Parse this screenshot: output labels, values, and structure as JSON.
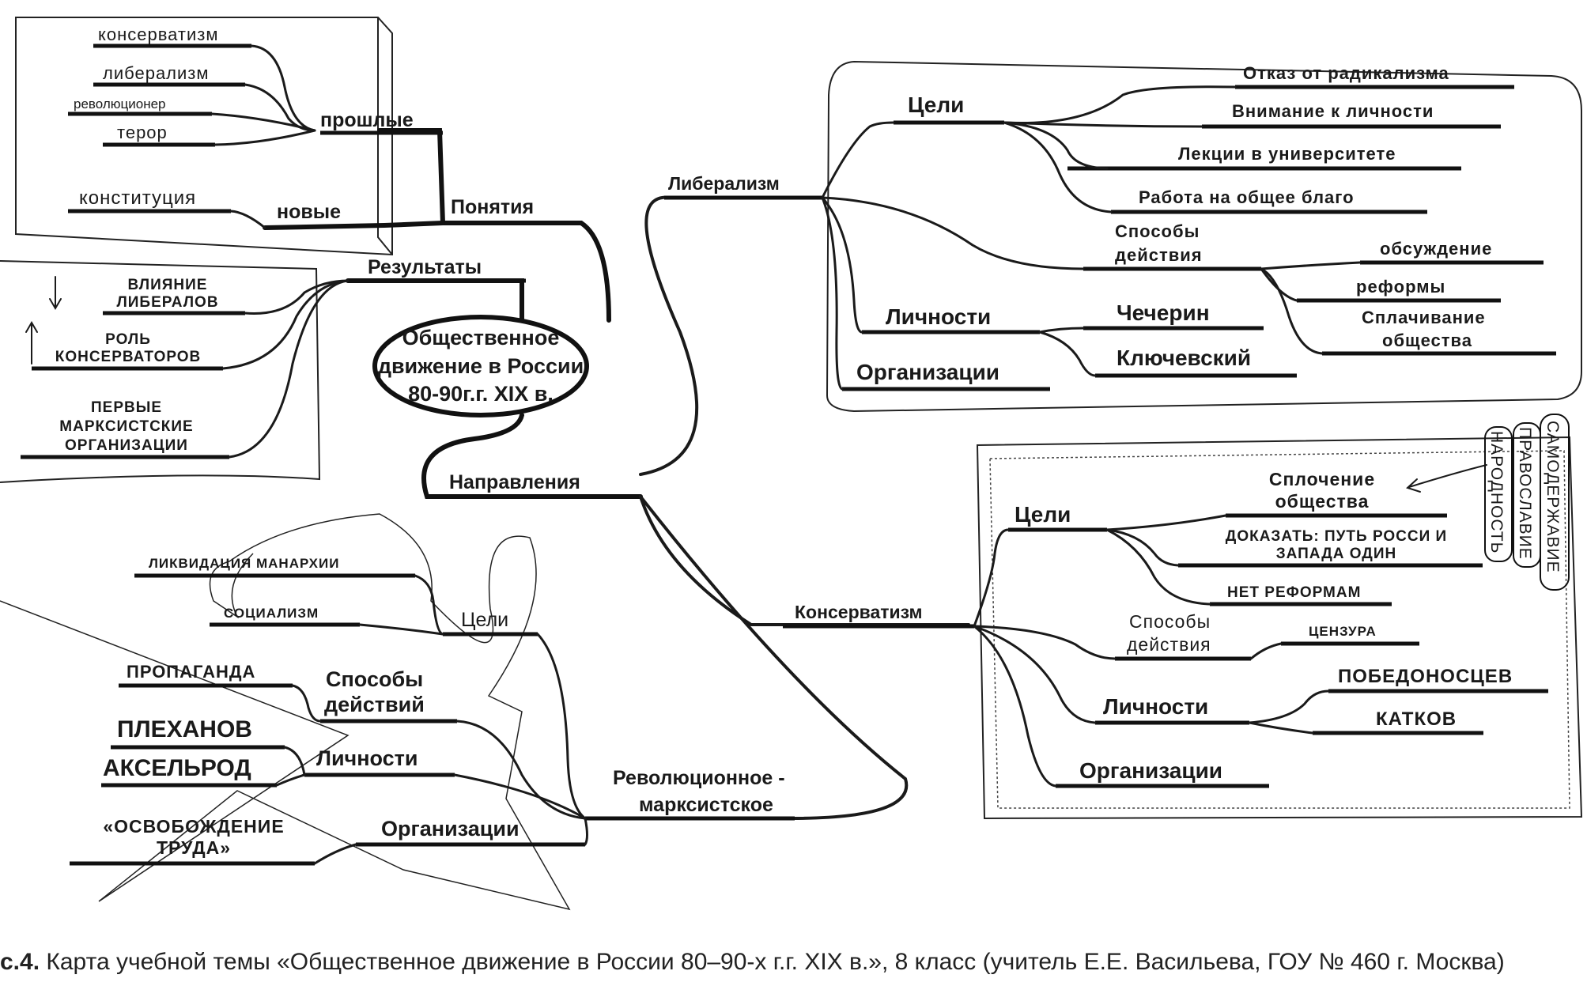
{
  "center": {
    "line1": "Общественное",
    "line2": "движение в России",
    "line3": "80-90г.г. XIX в."
  },
  "concepts": {
    "title": "Понятия",
    "past": {
      "label": "прошлые",
      "items": [
        "консерватизм",
        "либерализм",
        "революционер",
        "терор"
      ]
    },
    "new": {
      "label": "новые",
      "items": [
        "конституция"
      ]
    }
  },
  "results": {
    "title": "Результаты",
    "items": [
      [
        "ВЛИЯНИЕ",
        "ЛИБЕРАЛОВ"
      ],
      [
        "РОЛЬ",
        "КОНСЕРВАТОРОВ"
      ],
      [
        "ПЕРВЫЕ",
        "МАРКСИСТСКИЕ",
        "ОРГАНИЗАЦИИ"
      ]
    ]
  },
  "directions": {
    "title": "Направления"
  },
  "liberalism": {
    "title": "Либерализм",
    "goals": {
      "label": "Цели",
      "items": [
        "Отказ от радикализма",
        "Внимание к личности",
        "Лекции в университете",
        "Работа на общее благо"
      ]
    },
    "methods": {
      "label1": "Способы",
      "label2": "действия",
      "items": [
        "обсуждение",
        "реформы",
        "Сплачивание",
        "общества"
      ]
    },
    "persons": {
      "label": "Личности",
      "items": [
        "Чечерин",
        "Ключевский"
      ]
    },
    "orgs": {
      "label": "Организации"
    }
  },
  "conservatism": {
    "title": "Консерватизм",
    "goals": {
      "label": "Цели",
      "items": [
        [
          "Сплочение",
          "общества"
        ],
        [
          "ДОКАЗАТЬ: ПУТЬ РОССИ И",
          "ЗАПАДА ОДИН"
        ],
        [
          "НЕТ РЕФОРМАМ"
        ]
      ]
    },
    "methods": {
      "label1": "Способы",
      "label2": "действия",
      "items": [
        "ЦЕНЗУРА"
      ]
    },
    "persons": {
      "label": "Личности",
      "items": [
        "ПОБЕДОНОСЦЕВ",
        "КАТКОВ"
      ]
    },
    "orgs": {
      "label": "Организации"
    },
    "triad": [
      "САМОДЕРЖАВИЕ",
      "ПРАВОСЛАВИЕ",
      "НАРОДНОСТЬ"
    ]
  },
  "revolutionary": {
    "title1": "Революционное -",
    "title2": "марксистское",
    "goals": {
      "label": "Цели",
      "items": [
        "ЛИКВИДАЦИЯ МАНАРХИИ",
        "СОЦИАЛИЗМ"
      ]
    },
    "methods": {
      "label1": "Способы",
      "label2": "действий",
      "items": [
        "ПРОПАГАНДА"
      ]
    },
    "persons": {
      "label": "Личности",
      "items": [
        "ПЛЕХАНОВ",
        "АКСЕЛЬРОД"
      ]
    },
    "orgs": {
      "label": "Организации",
      "items": [
        "«ОСВОБОЖДЕНИЕ",
        "ТРУДА»"
      ]
    }
  },
  "caption": {
    "prefix": "с.4.",
    "text": "Карта учебной темы «Общественное движение в России 80–90-х г.г. XIX в.», 8 класс (учитель Е.Е. Васильева, ГОУ № 460 г. Москва)"
  }
}
